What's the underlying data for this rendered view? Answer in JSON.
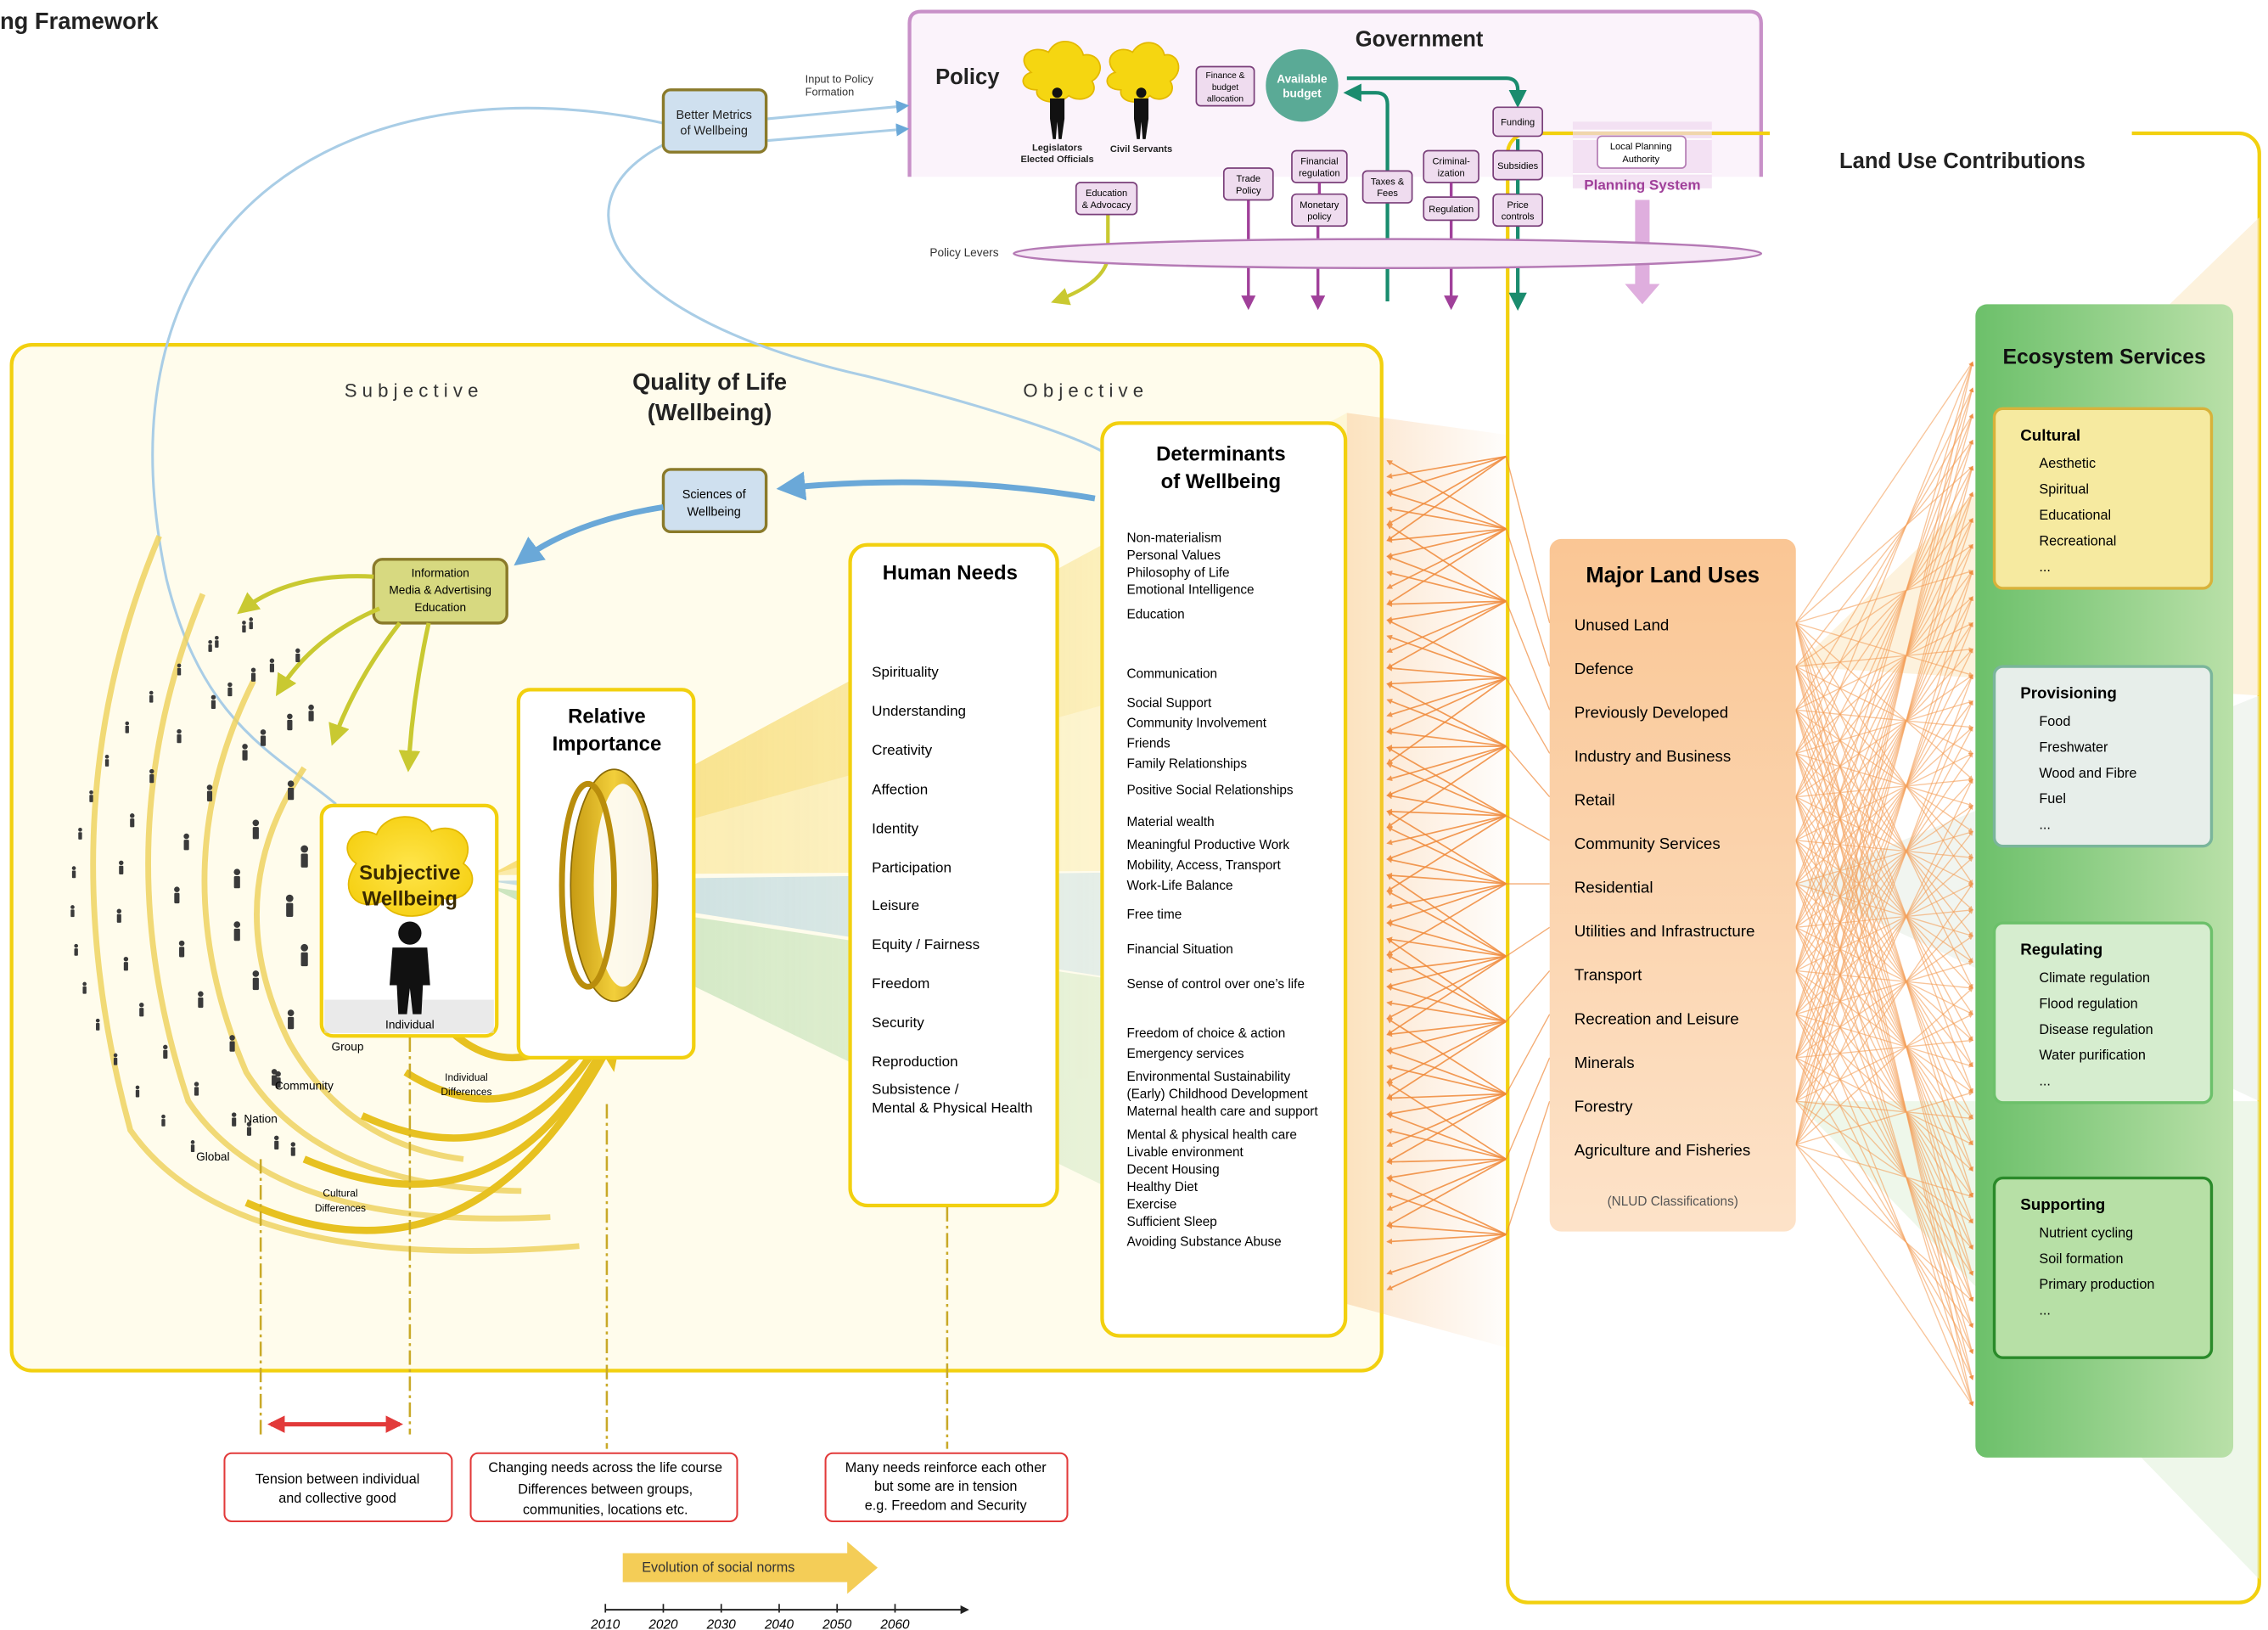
{
  "page_title": "ng Framework",
  "government": {
    "title": "Government",
    "policy_label": "Policy",
    "legislators": [
      "Legislators",
      "Elected Officials"
    ],
    "civil_servants": "Civil Servants",
    "finance_box": [
      "Finance &",
      "budget",
      "allocation"
    ],
    "available_budget": [
      "Available",
      "budget"
    ],
    "planning_authority": [
      "Local Planning",
      "Authority"
    ],
    "planning_system": "Planning System",
    "policy_levers": "Policy Levers",
    "levers": [
      {
        "lines": [
          "Education",
          "& Advocacy"
        ]
      },
      {
        "lines": [
          "Trade",
          "Policy"
        ]
      },
      {
        "lines": [
          "Financial",
          "regulation"
        ]
      },
      {
        "lines": [
          "Monetary",
          "policy"
        ]
      },
      {
        "lines": [
          "Taxes &",
          "Fees"
        ]
      },
      {
        "lines": [
          "Criminal-",
          "ization"
        ]
      },
      {
        "lines": [
          "Regulation"
        ]
      },
      {
        "lines": [
          "Funding"
        ]
      },
      {
        "lines": [
          "Subsidies"
        ]
      },
      {
        "lines": [
          "Price",
          "controls"
        ]
      }
    ]
  },
  "better_metrics": [
    "Better Metrics",
    "of Wellbeing"
  ],
  "input_to_policy": [
    "Input to Policy",
    "Formation"
  ],
  "land_use_contributions": "Land Use Contributions",
  "quality_of_life": {
    "title": [
      "Quality of Life",
      "(Wellbeing)"
    ],
    "subjective": "S u b j e c t i v e",
    "objective": "O b j e c t i v e"
  },
  "sciences": [
    "Sciences of",
    "Wellbeing"
  ],
  "information": [
    "Information",
    "Media & Advertising",
    "Education"
  ],
  "subjective_wellbeing": [
    "Subjective",
    "Wellbeing"
  ],
  "individual": "Individual",
  "scales": {
    "group": "Group",
    "community": "Community",
    "nation": "Nation",
    "global": "Global"
  },
  "individual_differences": [
    "Individual",
    "Differences"
  ],
  "cultural_differences": [
    "Cultural",
    "Differences"
  ],
  "relative_importance": [
    "Relative",
    "Importance"
  ],
  "human_needs": {
    "title": "Human Needs",
    "items": [
      "Spirituality",
      "Understanding",
      "Creativity",
      "Affection",
      "Identity",
      "Participation",
      "Leisure",
      "Equity / Fairness",
      "Freedom",
      "Security",
      "Reproduction",
      "Subsistence /",
      "Mental & Physical Health"
    ]
  },
  "determinants": {
    "title": [
      "Determinants",
      "of Wellbeing"
    ],
    "items": [
      "Non-materialism",
      "Personal Values",
      "Philosophy of Life",
      "Emotional Intelligence",
      "Education",
      "Communication",
      "Social  Support",
      "Community Involvement",
      "Friends",
      "Family Relationships",
      "Positive  Social  Relationships",
      "Material wealth",
      "Meaningful  Productive Work",
      "Mobility, Access, Transport",
      "Work-Life Balance",
      "Free time",
      "Financial Situation",
      "Sense of  control over one’s life",
      "Freedom of choice & action",
      "Emergency services",
      "Environmental Sustainability",
      "(Early) Childhood Development",
      "Maternal health care and support",
      "Mental & physical health care",
      "Livable environment",
      "Decent Housing",
      "Healthy Diet",
      "Exercise",
      "Sufficient Sleep",
      "Avoiding Substance Abuse"
    ]
  },
  "major_land_uses": {
    "title": "Major Land Uses",
    "items": [
      "Unused Land",
      "Defence",
      "Previously Developed",
      "Industry and Business",
      "Retail",
      "Community Services",
      "Residential",
      "Utilities and Infrastructure",
      "Transport",
      "Recreation and Leisure",
      "Minerals",
      "Forestry",
      "Agriculture and Fisheries"
    ],
    "footnote": "(NLUD Classifications)"
  },
  "ecosystem_services": {
    "title": "Ecosystem Services",
    "groups": [
      {
        "name": "Cultural",
        "items": [
          "Aesthetic",
          "Spiritual",
          "Educational",
          "Recreational",
          "..."
        ]
      },
      {
        "name": "Provisioning",
        "items": [
          "Food",
          "Freshwater",
          "Wood and Fibre",
          "Fuel",
          "..."
        ]
      },
      {
        "name": "Regulating",
        "items": [
          "Climate regulation",
          "Flood regulation",
          "Disease regulation",
          "Water purification",
          "..."
        ]
      },
      {
        "name": "Supporting",
        "items": [
          "Nutrient cycling",
          "Soil formation",
          "Primary production",
          "..."
        ]
      }
    ]
  },
  "notes": {
    "tension": [
      "Tension between individual",
      "and collective good"
    ],
    "changing": [
      "Changing needs across the life course",
      "Differences between groups,",
      "communities, locations etc."
    ],
    "reinforce": [
      "Many needs reinforce each other",
      "but some are in tension",
      "e.g. Freedom and Security"
    ]
  },
  "evolution": "Evolution of social norms",
  "timeline": [
    "2010",
    "2020",
    "2030",
    "2040",
    "2050",
    "2060"
  ],
  "colors": {
    "gold": "#f2d00f",
    "gov_purple": "#c890c8",
    "lever_purple": "#a0409a",
    "green_arrow": "#1a8c6e",
    "orange": "#f08a3a",
    "blue_box": "#cfe0ef",
    "red": "#e23a3a"
  }
}
